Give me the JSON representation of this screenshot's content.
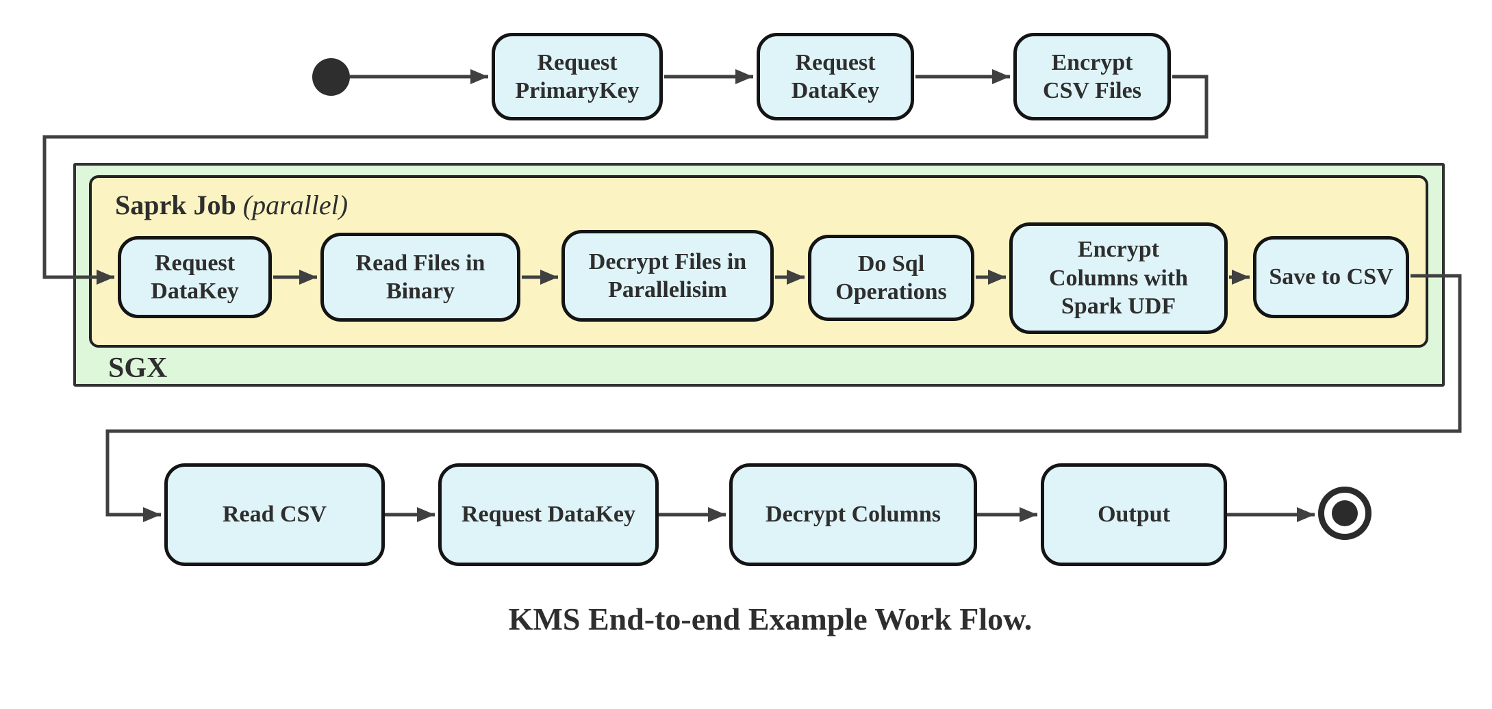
{
  "caption": "KMS End-to-end Example Work Flow.",
  "containers": {
    "sgx": {
      "label": "SGX"
    },
    "spark": {
      "label": "Saprk Job",
      "qualifier": "(parallel)"
    }
  },
  "nodes": {
    "top": [
      "Request\nPrimaryKey",
      "Request\nDataKey",
      "Encrypt\nCSV Files"
    ],
    "sgx": [
      "Request\nDataKey",
      "Read Files in\nBinary",
      "Decrypt Files in\nParallelisim",
      "Do Sql\nOperations",
      "Encrypt\nColumns with\nSpark UDF",
      "Save to CSV"
    ],
    "bottom": [
      "Read CSV",
      "Request DataKey",
      "Decrypt Columns",
      "Output"
    ]
  },
  "colors": {
    "node_fill": "#dff4f8",
    "node_border": "#141414",
    "sgx_container_fill": "#def7da",
    "spark_container_fill": "#fbf4c2",
    "connector": "#404040",
    "text": "#2e2e2e"
  }
}
